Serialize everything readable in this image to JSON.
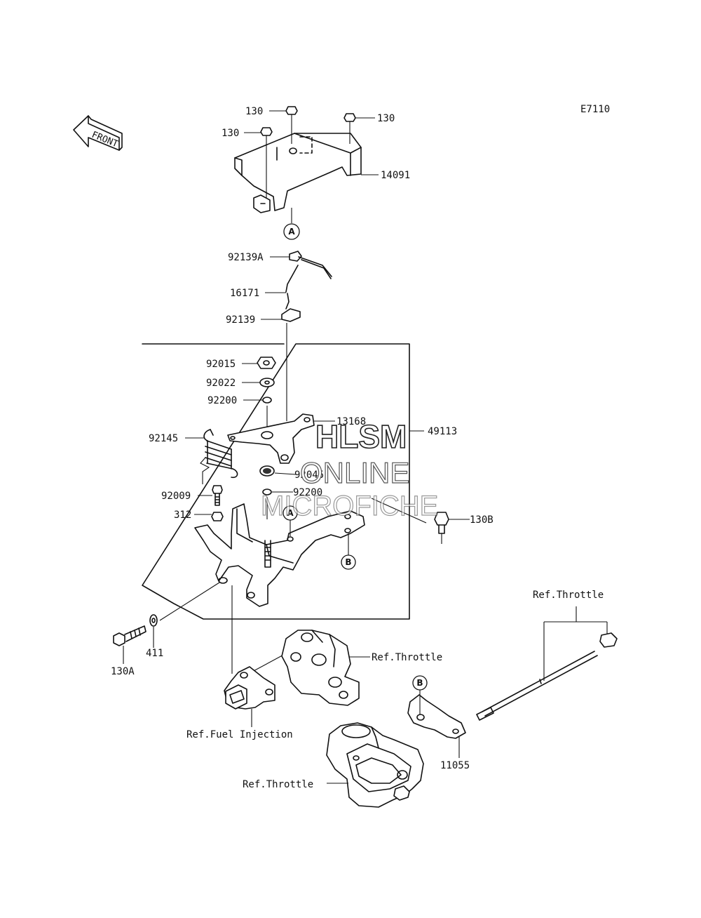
{
  "diagram_code": "E7110",
  "front_label": "FRONT",
  "labels": {
    "p130_a": "130",
    "p130_b": "130",
    "p130_c": "130",
    "p14091": "14091",
    "p92139a": "92139A",
    "p16171": "16171",
    "p92139": "92139",
    "p92015": "92015",
    "p92022": "92022",
    "p92200_top": "92200",
    "p13168": "13168",
    "p49113": "49113",
    "p92145": "92145",
    "p92045": "92045",
    "p92200_bot": "92200",
    "p92009": "92009",
    "p312": "312",
    "p130b": "130B",
    "p130a": "130A",
    "p411": "411",
    "p11055": "11055",
    "ref_throttle_1": "Ref.Throttle",
    "ref_throttle_2": "Ref.Throttle",
    "ref_throttle_3": "Ref.Throttle",
    "ref_fuel_injection": "Ref.Fuel Injection"
  },
  "callouts": {
    "a_top": "A",
    "a_mid": "A",
    "b_mid": "B",
    "b_low": "B"
  },
  "watermark": {
    "line1": "HLSM",
    "line2": "ONLINE",
    "line3": "MICROFICHE"
  }
}
